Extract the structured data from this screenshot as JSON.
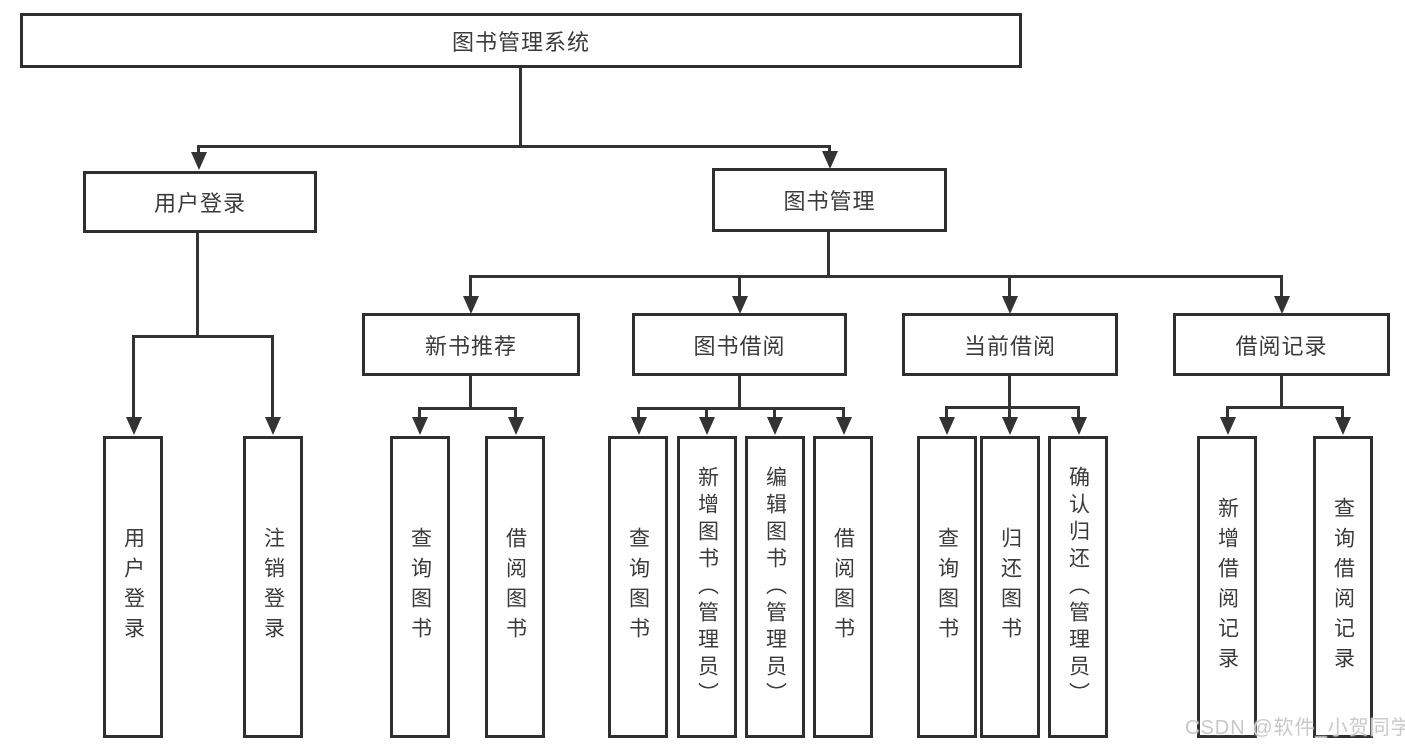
{
  "nodes": {
    "root": "图书管理系统",
    "user_login": "用户登录",
    "book_management": "图书管理",
    "new_book_recommend": "新书推荐",
    "book_borrowing": "图书借阅",
    "current_borrowing": "当前借阅",
    "borrowing_records": "借阅记录",
    "leaves": {
      "user_login": [
        "用户登录",
        "注销登录"
      ],
      "new_book_recommend": [
        "查询图书",
        "借阅图书"
      ],
      "book_borrowing": [
        "查询图书",
        "新增图书（管理员）",
        "编辑图书（管理员）",
        "借阅图书"
      ],
      "current_borrowing": [
        "查询图书",
        "归还图书",
        "确认归还（管理员）"
      ],
      "borrowing_records": [
        "新增借阅记录",
        "查询借阅记录"
      ]
    }
  },
  "watermark": "CSDN @软件_小贺同学",
  "colors": {
    "line": "#333333",
    "text": "#3b3b3b",
    "background": "#ffffff",
    "watermark": "#c9c9c9"
  }
}
